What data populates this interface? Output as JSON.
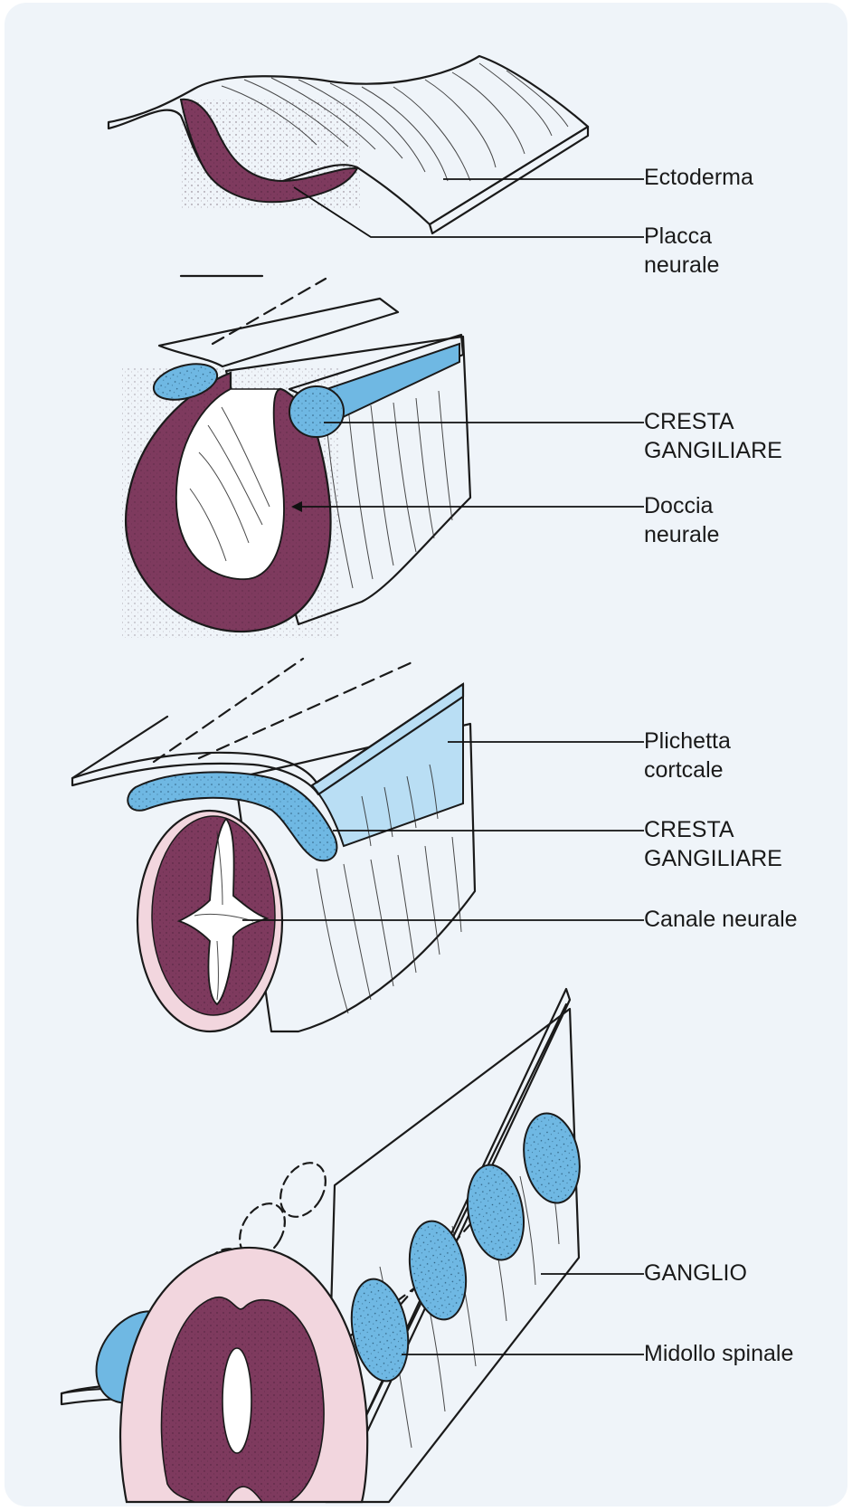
{
  "colors": {
    "background": "#eff4f9",
    "neural_tissue": "#7e3a5e",
    "crest": "#6fb8e3",
    "cortical_fold": "#b9def4",
    "outer_layer": "#f2d6de",
    "line": "#1a1a1a"
  },
  "stage1": {
    "labels": [
      {
        "text": "Ectoderma"
      },
      {
        "text": "Placca\nneurale"
      }
    ]
  },
  "stage2": {
    "labels": [
      {
        "text": "CRESTA\nGANGILIARE"
      },
      {
        "text": "Doccia\nneurale"
      }
    ]
  },
  "stage3": {
    "labels": [
      {
        "text": "Plichetta\ncortcale"
      },
      {
        "text": "CRESTA\nGANGILIARE"
      },
      {
        "text": "Canale neurale"
      }
    ]
  },
  "stage4": {
    "labels": [
      {
        "text": "GANGLIO"
      },
      {
        "text": "Midollo spinale"
      }
    ]
  }
}
